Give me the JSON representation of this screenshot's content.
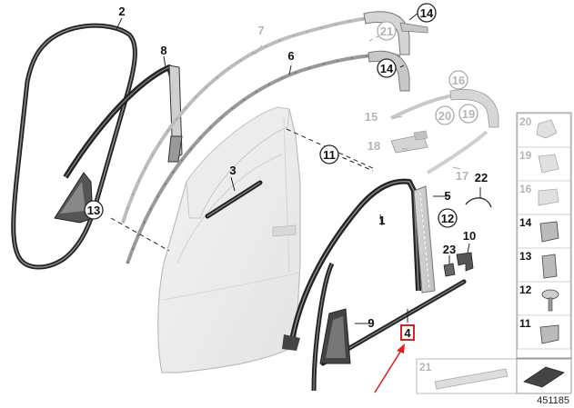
{
  "labels": {
    "p1": "1",
    "p2": "2",
    "p3": "3",
    "p4": "4",
    "p5": "5",
    "p6": "6",
    "p7": "7",
    "p8": "8",
    "p9": "9",
    "p10": "10",
    "p11": "11",
    "p12": "12",
    "p13": "13",
    "p14a": "14",
    "p14b": "14",
    "p15": "15",
    "p16": "16",
    "p17": "17",
    "p18": "18",
    "p19": "19",
    "p20": "20",
    "p21": "21",
    "p22": "22",
    "p23": "23"
  },
  "side_panel": [
    {
      "num": "20",
      "active": false
    },
    {
      "num": "19",
      "active": false
    },
    {
      "num": "16",
      "active": false
    },
    {
      "num": "14",
      "active": true
    },
    {
      "num": "13",
      "active": true
    },
    {
      "num": "12",
      "active": true
    },
    {
      "num": "11",
      "active": true
    }
  ],
  "bottom_panel": {
    "num": "21"
  },
  "reference_number": "451185",
  "colors": {
    "highlight": "#e02020",
    "grey_part": "#c8c8c8",
    "line": "#222222"
  }
}
